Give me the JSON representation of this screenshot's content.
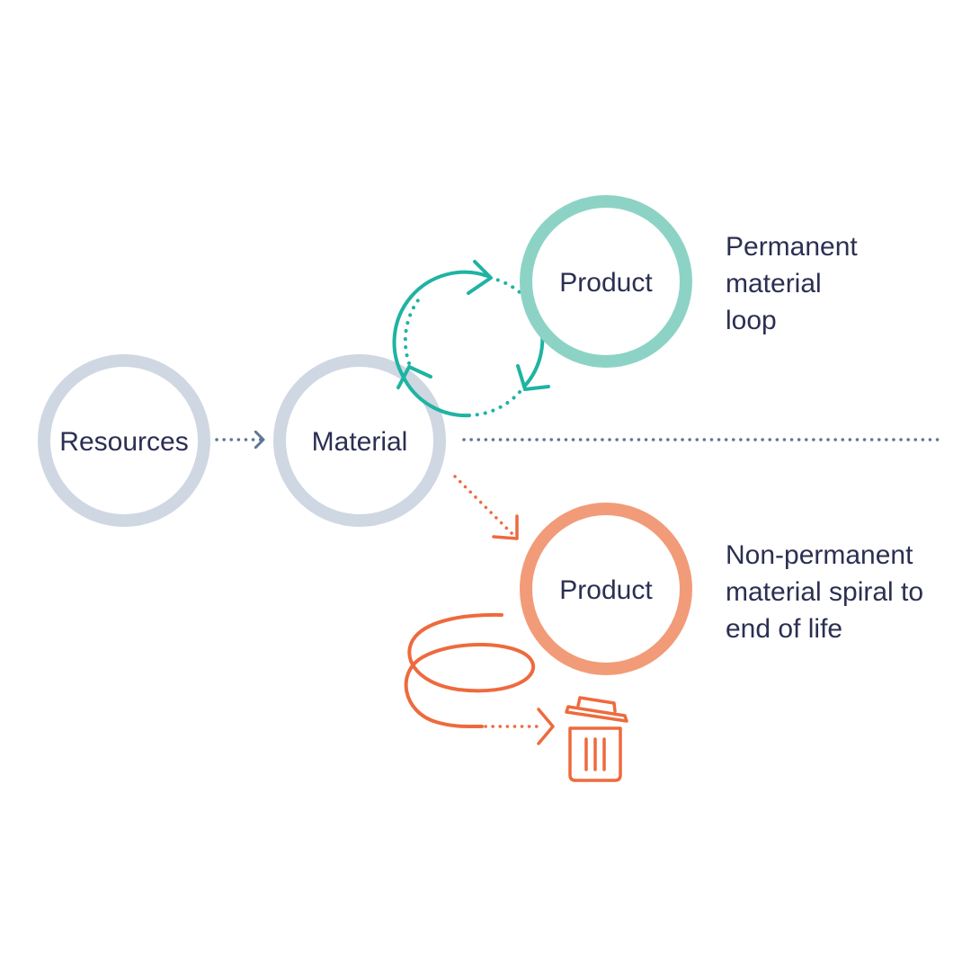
{
  "nodes": {
    "resources": {
      "label": "Resources"
    },
    "material": {
      "label": "Material"
    },
    "product_permanent": {
      "label": "Product"
    },
    "product_non_permanent": {
      "label": "Product"
    }
  },
  "captions": {
    "permanent": [
      "Permanent",
      "material",
      "loop"
    ],
    "non_permanent": [
      "Non-permanent",
      "material spiral to",
      "end of life"
    ]
  },
  "colors": {
    "node_grey": "#cfd7e3",
    "teal_circle": "#8dd3c5",
    "teal_arrow": "#1fb3a2",
    "orange_circle": "#f29b78",
    "orange_arrow": "#ee6a3d",
    "dotted_grey": "#5f7793",
    "text": "#2b2f52"
  },
  "icons": {
    "bin": "trash-bin-icon"
  }
}
